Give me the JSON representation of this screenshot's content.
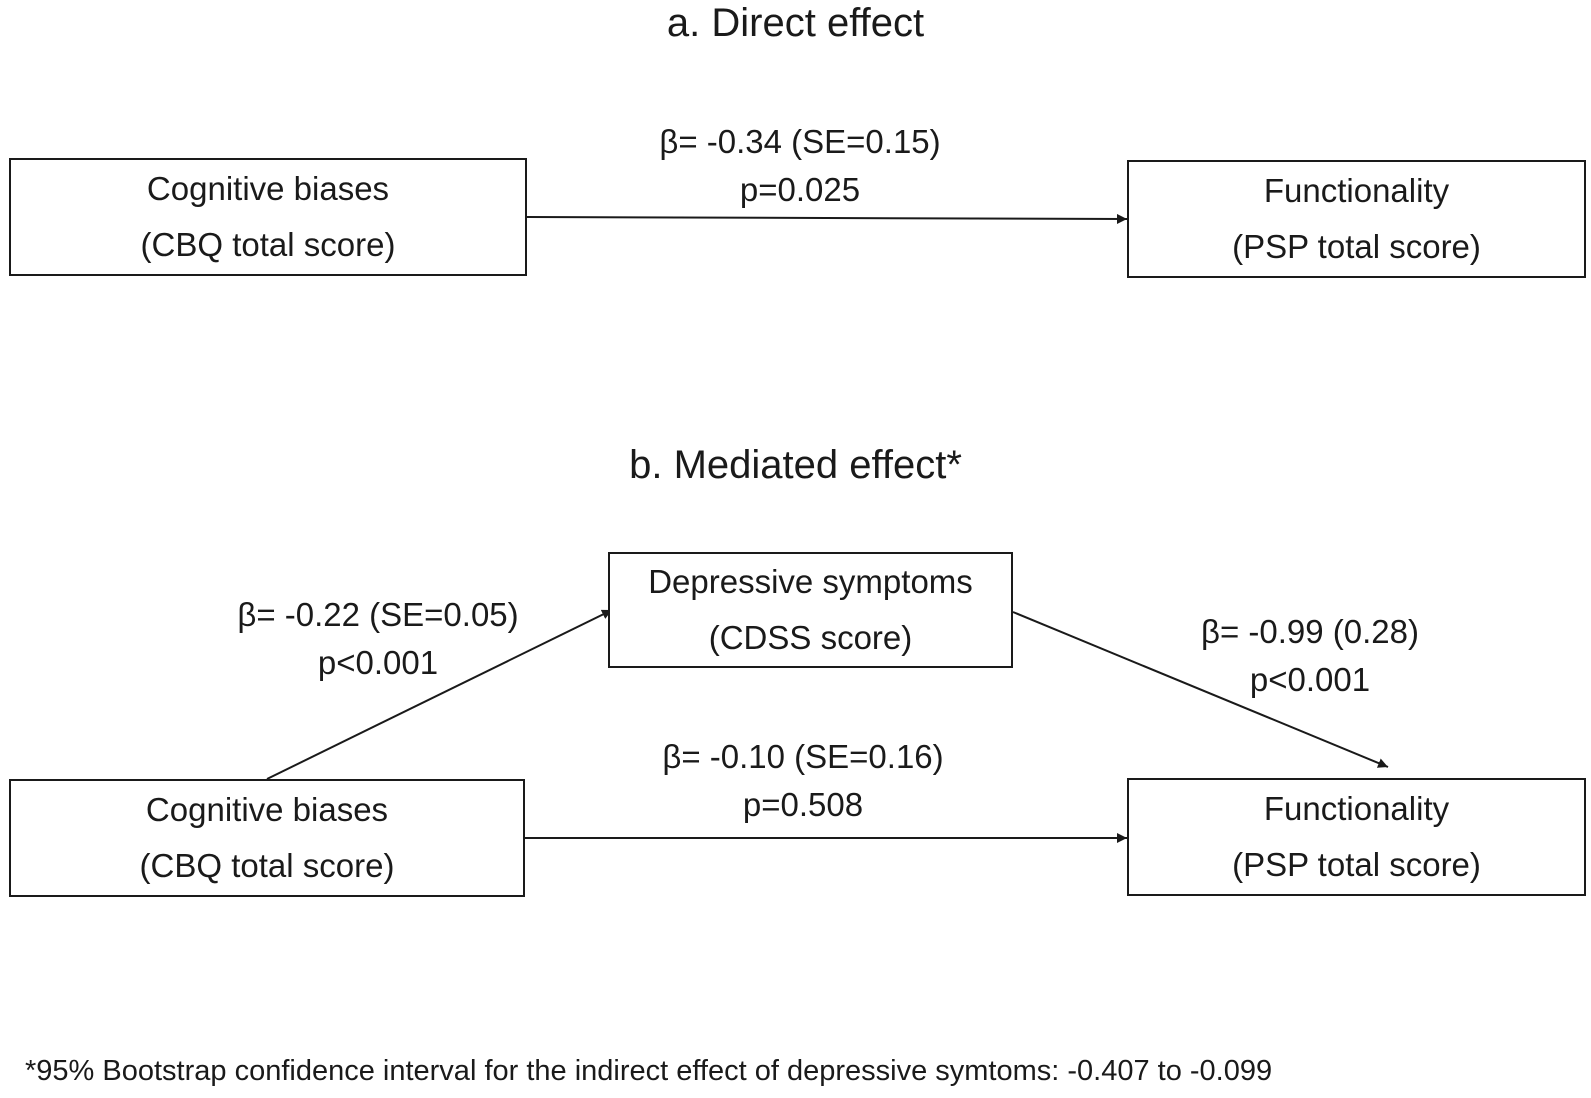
{
  "panel_a": {
    "title": "a. Direct effect",
    "source": {
      "line1": "Cognitive biases",
      "line2": "(CBQ total score)"
    },
    "target": {
      "line1": "Functionality",
      "line2": "(PSP total score)"
    },
    "path": {
      "coef": "β= -0.34 (SE=0.15)",
      "p": "p=0.025"
    }
  },
  "panel_b": {
    "title": "b. Mediated effect*",
    "source": {
      "line1": "Cognitive biases",
      "line2": "(CBQ total score)"
    },
    "mediator": {
      "line1": "Depressive symptoms",
      "line2": "(CDSS score)"
    },
    "target": {
      "line1": "Functionality",
      "line2": "(PSP total score)"
    },
    "path_a": {
      "coef": "β= -0.22 (SE=0.05)",
      "p": "p<0.001"
    },
    "path_b": {
      "coef": "β= -0.99 (0.28)",
      "p": "p<0.001"
    },
    "path_c": {
      "coef": "β= -0.10 (SE=0.16)",
      "p": "p=0.508"
    }
  },
  "footnote": "*95% Bootstrap confidence interval for the indirect effect of depressive symtoms: -0.407 to -0.099"
}
